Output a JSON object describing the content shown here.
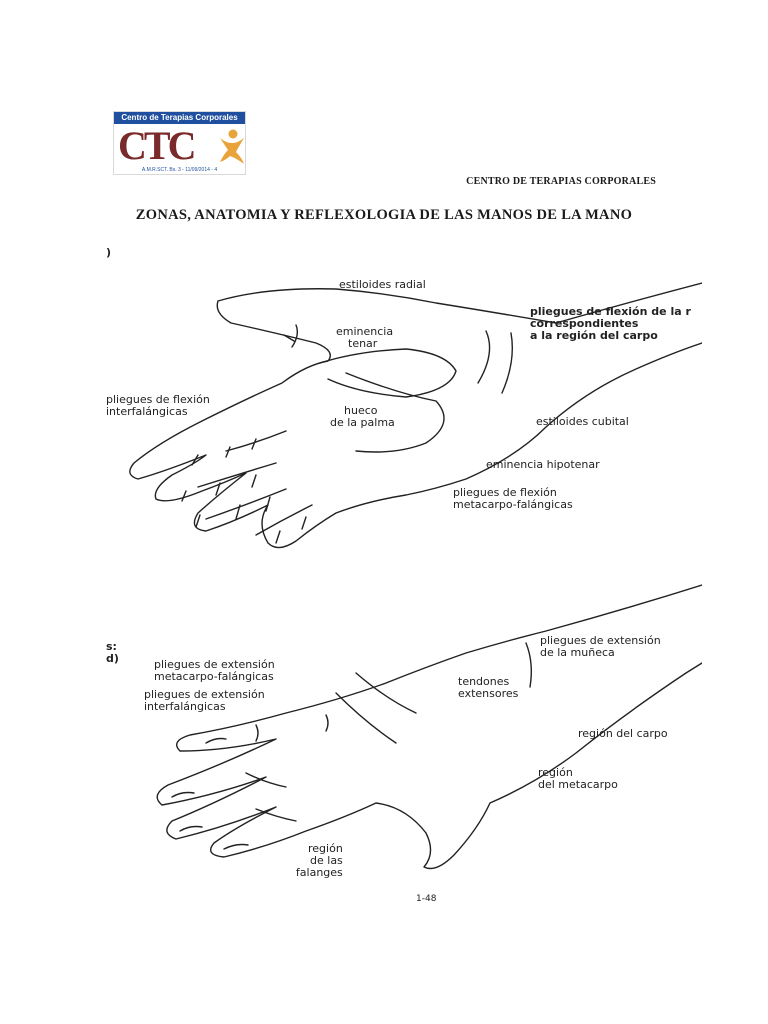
{
  "logo": {
    "band_text": "Centro de Terapias Corporales",
    "acronym": "CTC",
    "registration": "A.M.R.SCT. Bs. 3 - 11/09/2014 - 4",
    "colors": {
      "band": "#1f4f9e",
      "acronym": "#7a2a2a",
      "figure": "#e8a33a"
    }
  },
  "header": {
    "org_name": "CENTRO DE TERAPIAS CORPORALES"
  },
  "title": "ZONAS, ANATOMIA Y REFLEXOLOGIA DE LAS MANOS DE LA MANO",
  "palm_figure": {
    "corner_mark": ")",
    "labels": {
      "estiloides_radial": "estiloides radial",
      "pliegues_carpo": [
        "pliegues de flexión de la r",
        "correspondientes",
        "a la región del carpo"
      ],
      "eminencia_tenar": [
        "eminencia",
        "tenar"
      ],
      "pliegues_interfalangicas": [
        "pliegues de flexión",
        "interfalángicas"
      ],
      "estiloides_cubital": "estiloides cubital",
      "hueco_palma": [
        "hueco",
        "de la palma"
      ],
      "eminencia_hipotenar": "eminencia hipotenar",
      "pliegues_metacarpo": [
        "pliegues de flexión",
        "metacarpo-falángicas"
      ]
    }
  },
  "dorsal_figure": {
    "corner_mark": [
      "s:",
      "d)"
    ],
    "labels": {
      "extension_metacarpo": [
        "pliegues de extensión",
        "metacarpo-falángicas"
      ],
      "extension_interfalangicas": [
        "pliegues de extensión",
        "interfalángicas"
      ],
      "tendones": [
        "tendones",
        "extensores"
      ],
      "extension_muneca": [
        "pliegues de extensión",
        "de la muñeca"
      ],
      "region_carpo": "región del carpo",
      "region_metacarpo": [
        "región",
        "del metacarpo"
      ],
      "region_falanges": [
        "región",
        "de las",
        "falanges"
      ]
    },
    "page_number": "1-48"
  }
}
